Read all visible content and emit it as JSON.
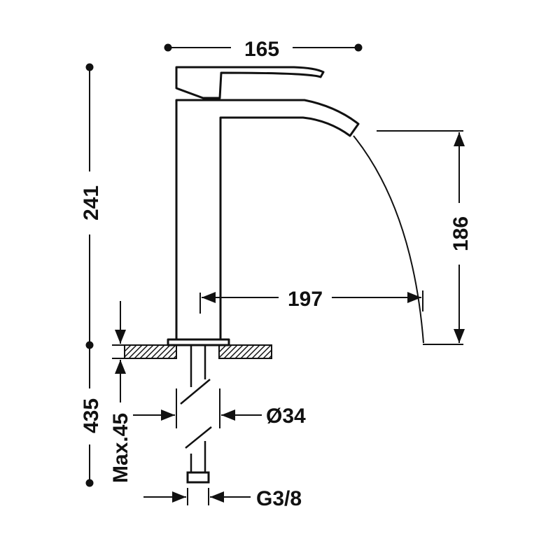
{
  "dimensions": {
    "width_top": "165",
    "total_height": "241",
    "spout_height": "186",
    "spout_reach": "197",
    "pipe_length": "435",
    "max_deck": "Max.45",
    "body_diameter": "Ø34",
    "connection": "G3/8"
  },
  "colors": {
    "line": "#111111",
    "background": "#ffffff"
  }
}
